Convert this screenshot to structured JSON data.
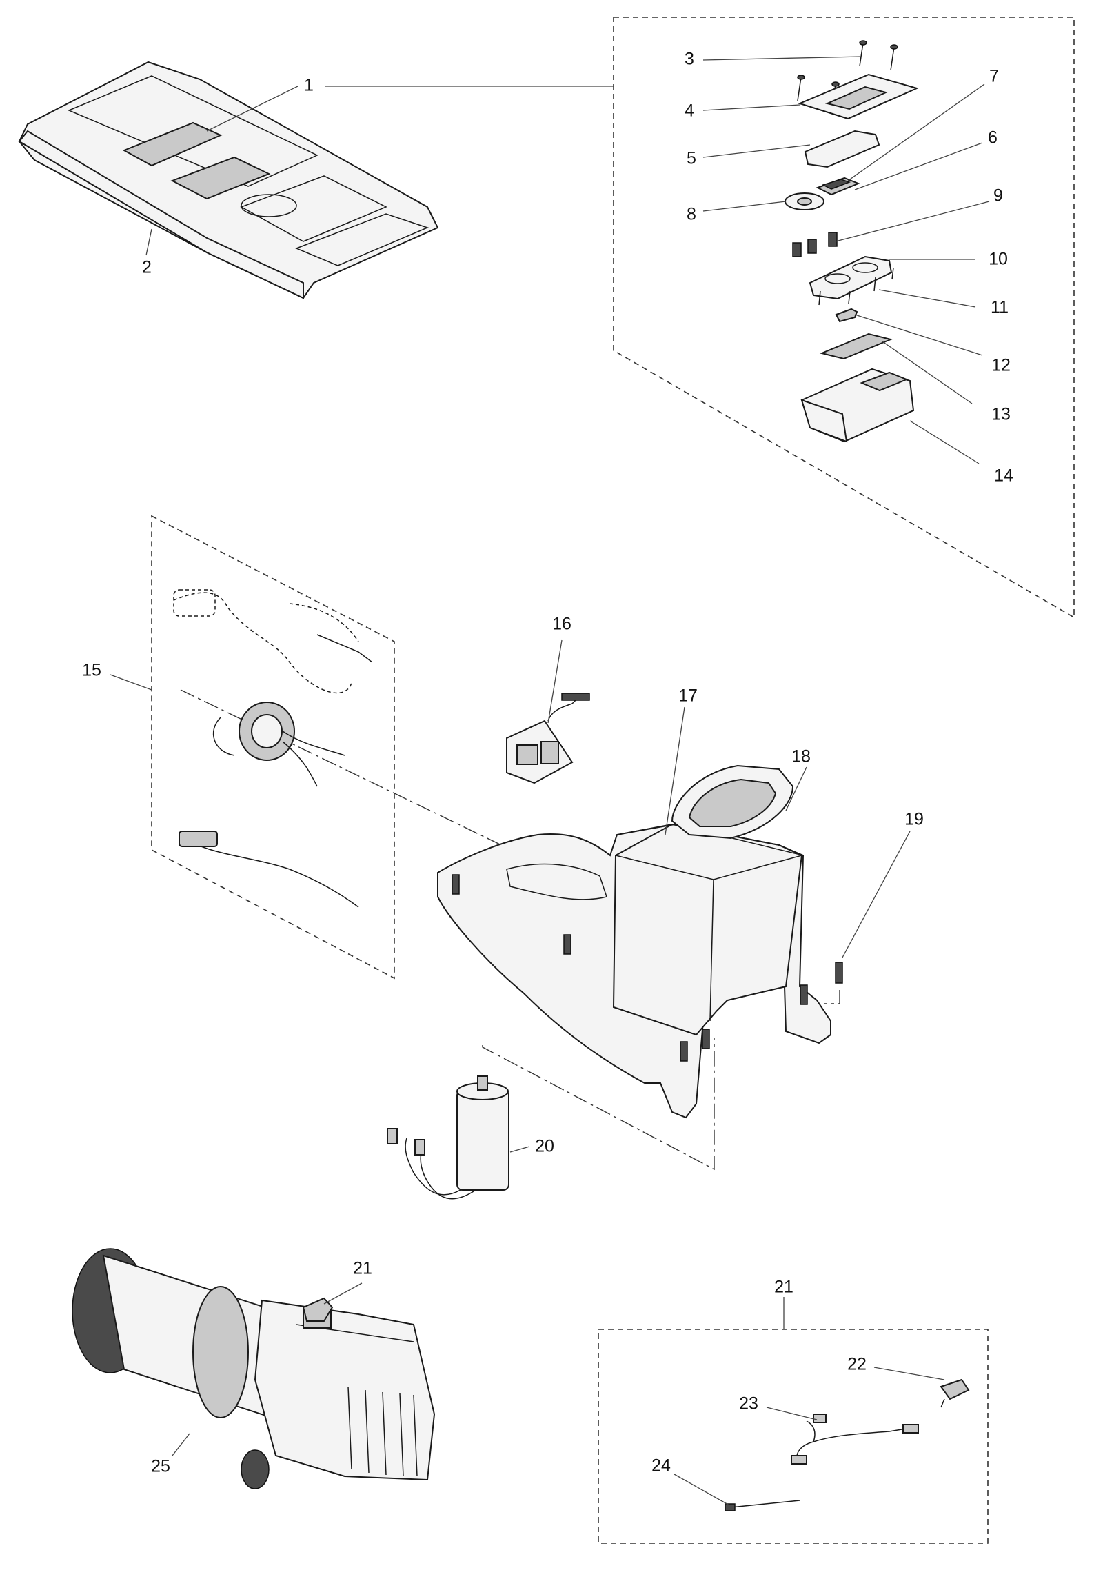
{
  "diagram": {
    "callouts": [
      {
        "id": "1",
        "text": "1"
      },
      {
        "id": "2",
        "text": "2"
      },
      {
        "id": "3",
        "text": "3"
      },
      {
        "id": "4",
        "text": "4"
      },
      {
        "id": "5",
        "text": "5"
      },
      {
        "id": "6",
        "text": "6"
      },
      {
        "id": "7",
        "text": "7"
      },
      {
        "id": "8",
        "text": "8"
      },
      {
        "id": "9",
        "text": "9"
      },
      {
        "id": "10",
        "text": "10"
      },
      {
        "id": "11",
        "text": "11"
      },
      {
        "id": "12",
        "text": "12"
      },
      {
        "id": "13",
        "text": "13"
      },
      {
        "id": "14",
        "text": "14"
      },
      {
        "id": "15",
        "text": "15"
      },
      {
        "id": "16",
        "text": "16"
      },
      {
        "id": "17",
        "text": "17"
      },
      {
        "id": "18",
        "text": "18"
      },
      {
        "id": "19",
        "text": "19"
      },
      {
        "id": "20",
        "text": "20"
      },
      {
        "id": "21a",
        "text": "21"
      },
      {
        "id": "21b",
        "text": "21"
      },
      {
        "id": "22",
        "text": "22"
      },
      {
        "id": "23",
        "text": "23"
      },
      {
        "id": "24",
        "text": "24"
      },
      {
        "id": "25",
        "text": "25"
      }
    ]
  }
}
